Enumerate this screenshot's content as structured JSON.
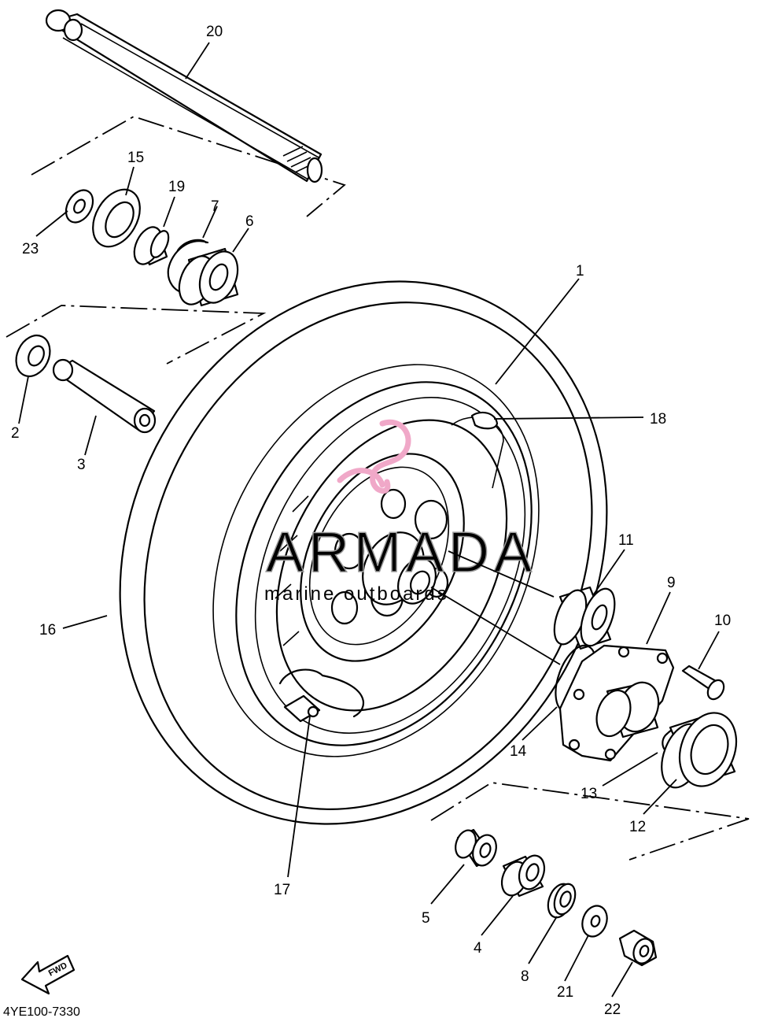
{
  "diagram": {
    "part_code": "4YE100-7330",
    "fwd_label": "FWD",
    "callouts": [
      "20",
      "15",
      "19",
      "7",
      "6",
      "23",
      "2",
      "3",
      "1",
      "18",
      "11",
      "9",
      "10",
      "16",
      "14",
      "13",
      "12",
      "17",
      "5",
      "4",
      "8",
      "21",
      "22"
    ]
  },
  "watermark": {
    "brand": "ARMADA",
    "tagline": "marine outboards",
    "color": "#f0a8c8"
  }
}
